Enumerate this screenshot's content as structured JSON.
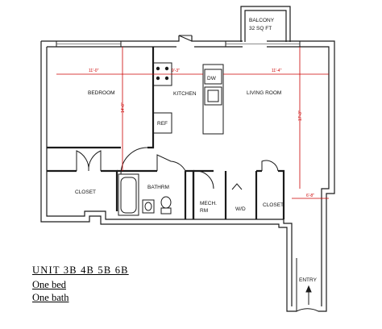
{
  "rooms": {
    "balcony": "BALCONY",
    "balcony_area": "32 SQ FT",
    "bedroom": "BEDROOM",
    "kitchen": "KITCHEN",
    "living_room": "LIVING ROOM",
    "dw": "DW",
    "ref": "REF",
    "closet_left": "CLOSET",
    "bathrm": "BATHRM",
    "mech": "MECH.",
    "mech_rm": "RM",
    "wd": "W/D",
    "closet_right": "CLOSET",
    "entry": "ENTRY"
  },
  "dimensions": {
    "bedroom_width": "11'-0\"",
    "bedroom_depth": "14'-8\"",
    "kitchen_width": "9'-3\"",
    "living_width": "11'-4\"",
    "living_depth": "17'-3\"",
    "entry_width": "6'-8\""
  },
  "caption": {
    "unit": "UNIT 3B 4B 5B 6B",
    "beds": "One bed",
    "baths": "One bath"
  },
  "colors": {
    "walls": "#1a1a1a",
    "dimension_lines": "#cc0000"
  }
}
